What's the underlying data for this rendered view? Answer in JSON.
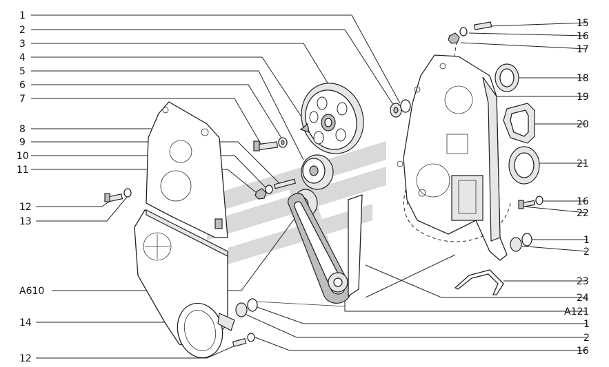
{
  "callouts_left": [
    {
      "id": "l1",
      "label": "1"
    },
    {
      "id": "l2",
      "label": "2"
    },
    {
      "id": "l3",
      "label": "3"
    },
    {
      "id": "l4",
      "label": "4"
    },
    {
      "id": "l5",
      "label": "5"
    },
    {
      "id": "l6",
      "label": "6"
    },
    {
      "id": "l7",
      "label": "7"
    },
    {
      "id": "l8",
      "label": "8"
    },
    {
      "id": "l9",
      "label": "9"
    },
    {
      "id": "l10",
      "label": "10"
    },
    {
      "id": "l11",
      "label": "11"
    },
    {
      "id": "l12a",
      "label": "12"
    },
    {
      "id": "l13",
      "label": "13"
    },
    {
      "id": "la610",
      "label": "A610"
    },
    {
      "id": "l14",
      "label": "14"
    },
    {
      "id": "l12b",
      "label": "12"
    }
  ],
  "callouts_right": [
    {
      "id": "r15",
      "label": "15"
    },
    {
      "id": "r16a",
      "label": "16"
    },
    {
      "id": "r17",
      "label": "17"
    },
    {
      "id": "r18",
      "label": "18"
    },
    {
      "id": "r19",
      "label": "19"
    },
    {
      "id": "r20",
      "label": "20"
    },
    {
      "id": "r21",
      "label": "21"
    },
    {
      "id": "r16b",
      "label": "16"
    },
    {
      "id": "r22",
      "label": "22"
    },
    {
      "id": "r1a",
      "label": "1"
    },
    {
      "id": "r2a",
      "label": "2"
    },
    {
      "id": "r23",
      "label": "23"
    },
    {
      "id": "r24",
      "label": "24"
    },
    {
      "id": "ra121",
      "label": "A121"
    },
    {
      "id": "r1b",
      "label": "1"
    },
    {
      "id": "r2b",
      "label": "2"
    },
    {
      "id": "r16c",
      "label": "16"
    }
  ]
}
